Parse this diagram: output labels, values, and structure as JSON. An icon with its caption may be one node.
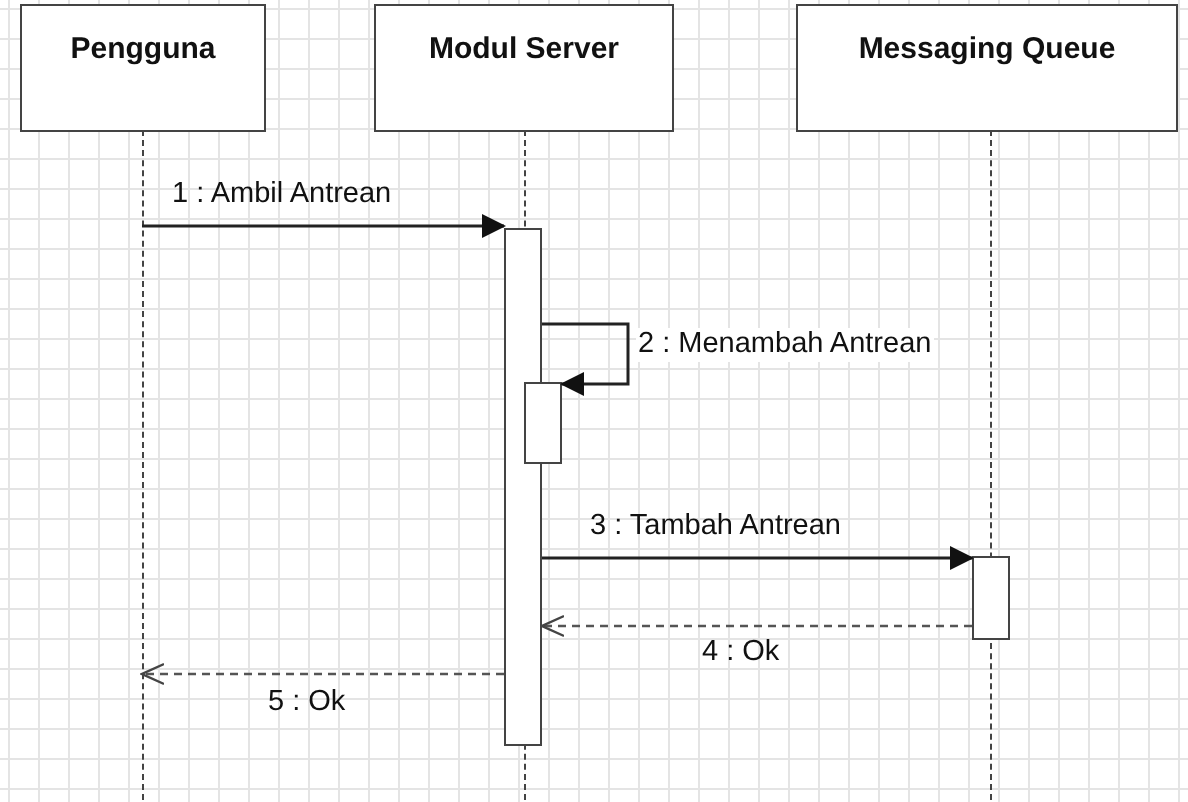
{
  "diagram": {
    "nodes": [
      {
        "text": [
          "Pengguna"
        ]
      },
      {
        "text": [
          "Modul Server"
        ]
      },
      {
        "text": [
          "Messaging Queue"
        ]
      },
      {
        "text": [],
        "shape": "bar"
      },
      {
        "text": [],
        "shape": "bar"
      },
      {
        "text": [],
        "shape": "bar"
      }
    ],
    "edges": [
      {
        "from": 0,
        "to": 3,
        "arrow": "to",
        "label": "1 : Ambil Antrean"
      },
      {
        "from": 3,
        "to": 4,
        "arrow": "to",
        "label": "2 : Menambah Antrean"
      },
      {
        "from": 3,
        "to": 5,
        "arrow": "to",
        "label": "3 : Tambah Antrean"
      },
      {
        "from": 5,
        "to": 3,
        "arrow": "to",
        "label": "4 : Ok",
        "style": "dashed"
      },
      {
        "from": 3,
        "to": null,
        "arrow": "to",
        "label": "5 : Ok",
        "style": "dashed"
      }
    ]
  }
}
